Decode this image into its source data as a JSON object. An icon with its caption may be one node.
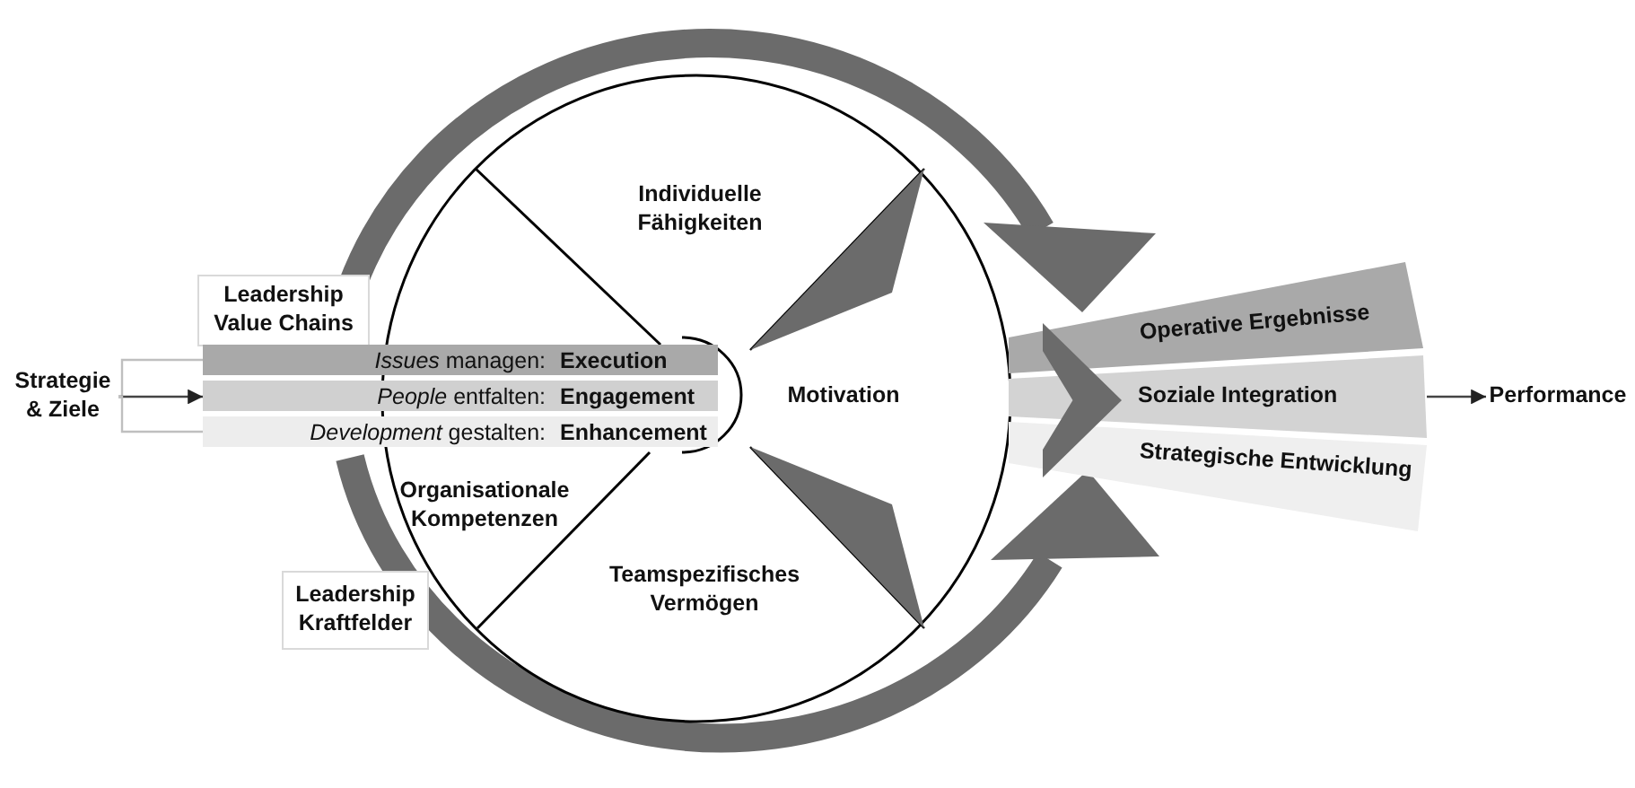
{
  "diagram": {
    "nodes": [
      {
        "text": [
          "Leadership Value Chains"
        ]
      },
      {
        "text": [
          "Strategie & Ziele"
        ]
      },
      {
        "text": [
          "*Issues* managen:",
          "Execution"
        ]
      },
      {
        "text": [
          "*People* entfalten:",
          "Engagement"
        ]
      },
      {
        "text": [
          "*Development* gestalten:",
          "Enhancement"
        ]
      },
      {
        "text": [
          "Operative Ergebnisse"
        ]
      },
      {
        "text": [
          "Soziale Integration"
        ]
      },
      {
        "text": [
          "Strategische Entwicklung"
        ]
      },
      {
        "text": [
          "Performance"
        ]
      },
      {
        "text": [
          "Leadership Kraftfelder"
        ]
      },
      {
        "text": [],
        "shape": "chevron"
      }
    ],
    "edges": [
      {
        "from": 1,
        "to": 2,
        "arrow": "none",
        "color": "#bfbfbf"
      },
      {
        "from": 1,
        "to": 3,
        "arrow": "to",
        "color": "#444444"
      },
      {
        "from": 1,
        "to": 4,
        "arrow": "none",
        "color": "#bfbfbf"
      },
      {
        "from": 6,
        "to": 8,
        "arrow": "to",
        "color": "#444444"
      }
    ],
    "labels": [
      "Individuelle Fähigkeiten",
      "Motivation",
      "Organisationale Kompetenzen",
      "Teamspezifisches Vermögen"
    ]
  }
}
